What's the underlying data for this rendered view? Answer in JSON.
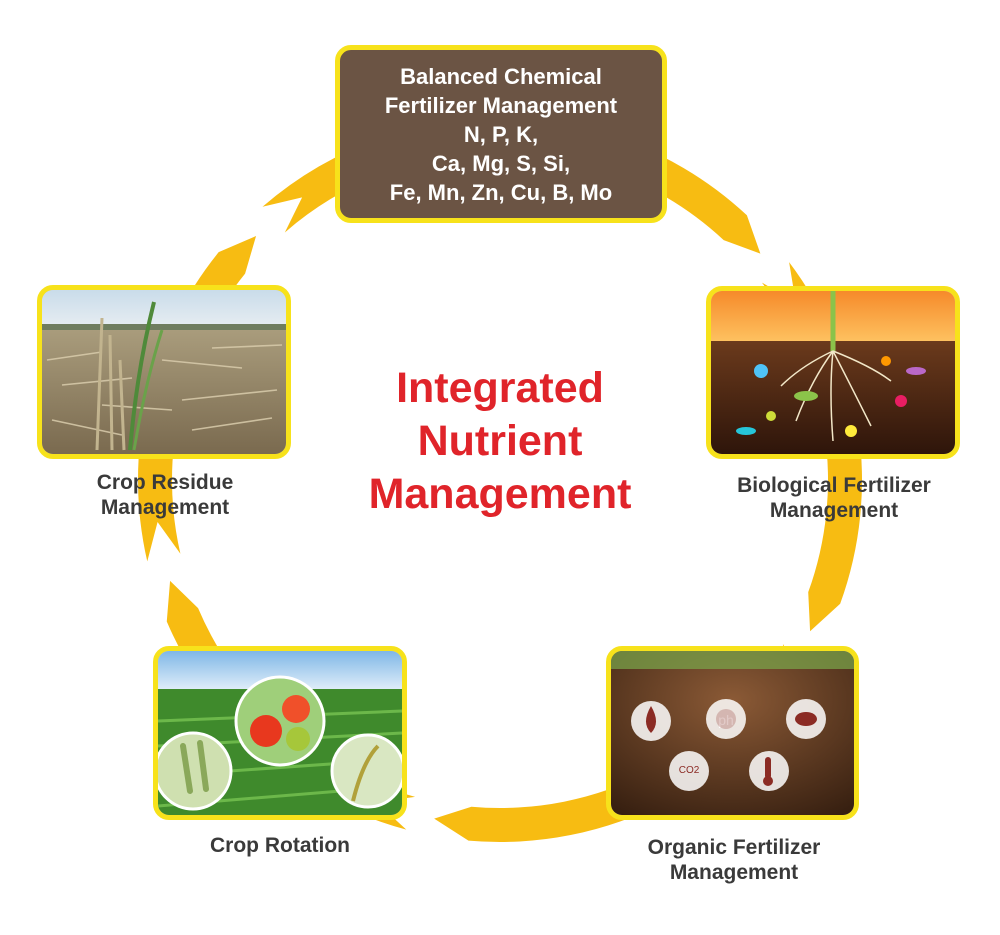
{
  "colors": {
    "ring": "#f7bc12",
    "ring_dark": "#e8a10b",
    "box_fill": "#6b5444",
    "box_border": "#f7e21b",
    "title": "#e0242a",
    "label": "#3a3a3a"
  },
  "center_title": {
    "lines": [
      "Integrated",
      "Nutrient",
      "Management"
    ]
  },
  "top_node": {
    "lines": [
      "Balanced Chemical",
      "Fertilizer Management",
      "N, P, K,",
      "Ca, Mg, S, Si,",
      "Fe, Mn, Zn, Cu, B, Mo"
    ]
  },
  "nodes": {
    "residue": {
      "lines": [
        "Crop Residue",
        "Management"
      ],
      "image": "crop-residue-photo"
    },
    "bio": {
      "lines": [
        "Biological Fertilizer",
        "Management"
      ],
      "image": "soil-microbes-photo"
    },
    "organic": {
      "lines": [
        "Organic Fertilizer",
        "Management"
      ],
      "image": "organic-soil-photo"
    },
    "rotation": {
      "lines": [
        "Crop Rotation"
      ],
      "image": "crop-rotation-photo"
    }
  },
  "organic_icons": [
    "water-drop-icon",
    "ph-icon",
    "microbe-icon",
    "co2-icon",
    "thermometer-icon"
  ]
}
